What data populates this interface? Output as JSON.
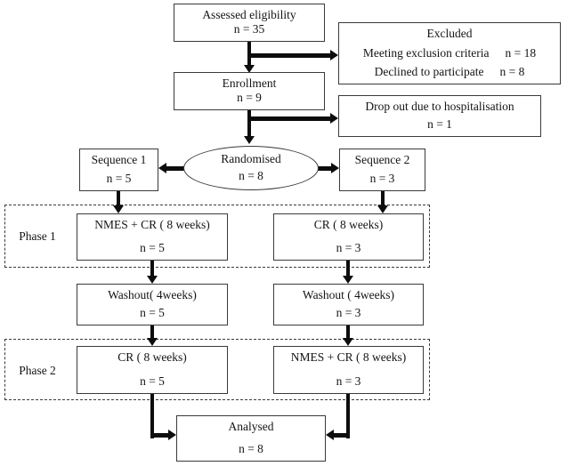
{
  "colors": {
    "border": "#3a3a3a",
    "arrow": "#0d0d0d",
    "text": "#141414",
    "bg": "#ffffff"
  },
  "nodes": {
    "assessed": {
      "line1": "Assessed eligibility",
      "line2": "n = 35"
    },
    "excluded": {
      "title": "Excluded",
      "rows": [
        {
          "label": "Meeting exclusion criteria",
          "value": "n = 18"
        },
        {
          "label": "Declined to participate",
          "value": "n = 8"
        }
      ]
    },
    "enrollment": {
      "line1": "Enrollment",
      "line2": "n = 9"
    },
    "dropout": {
      "line1": "Drop out due to hospitalisation",
      "line2": "n = 1"
    },
    "sequence1": {
      "line1": "Sequence 1",
      "line2": "n = 5"
    },
    "randomised": {
      "line1": "Randomised",
      "line2": "n = 8"
    },
    "sequence2": {
      "line1": "Sequence 2",
      "line2": "n = 3"
    },
    "phase1_label": "Phase 1",
    "phase2_label": "Phase 2",
    "phase1_seq1": {
      "line1": "NMES + CR ( 8 weeks)",
      "line2": "n = 5"
    },
    "phase1_seq2": {
      "line1": "CR ( 8 weeks)",
      "line2": "n = 3"
    },
    "washout_seq1": {
      "line1": "Washout( 4weeks)",
      "line2": "n = 5"
    },
    "washout_seq2": {
      "line1": "Washout ( 4weeks)",
      "line2": "n = 3"
    },
    "phase2_seq1": {
      "line1": "CR ( 8 weeks)",
      "line2": "n = 5"
    },
    "phase2_seq2": {
      "line1": "NMES + CR ( 8 weeks)",
      "line2": "n = 3"
    },
    "analysed": {
      "line1": "Analysed",
      "line2": "n = 8"
    }
  }
}
